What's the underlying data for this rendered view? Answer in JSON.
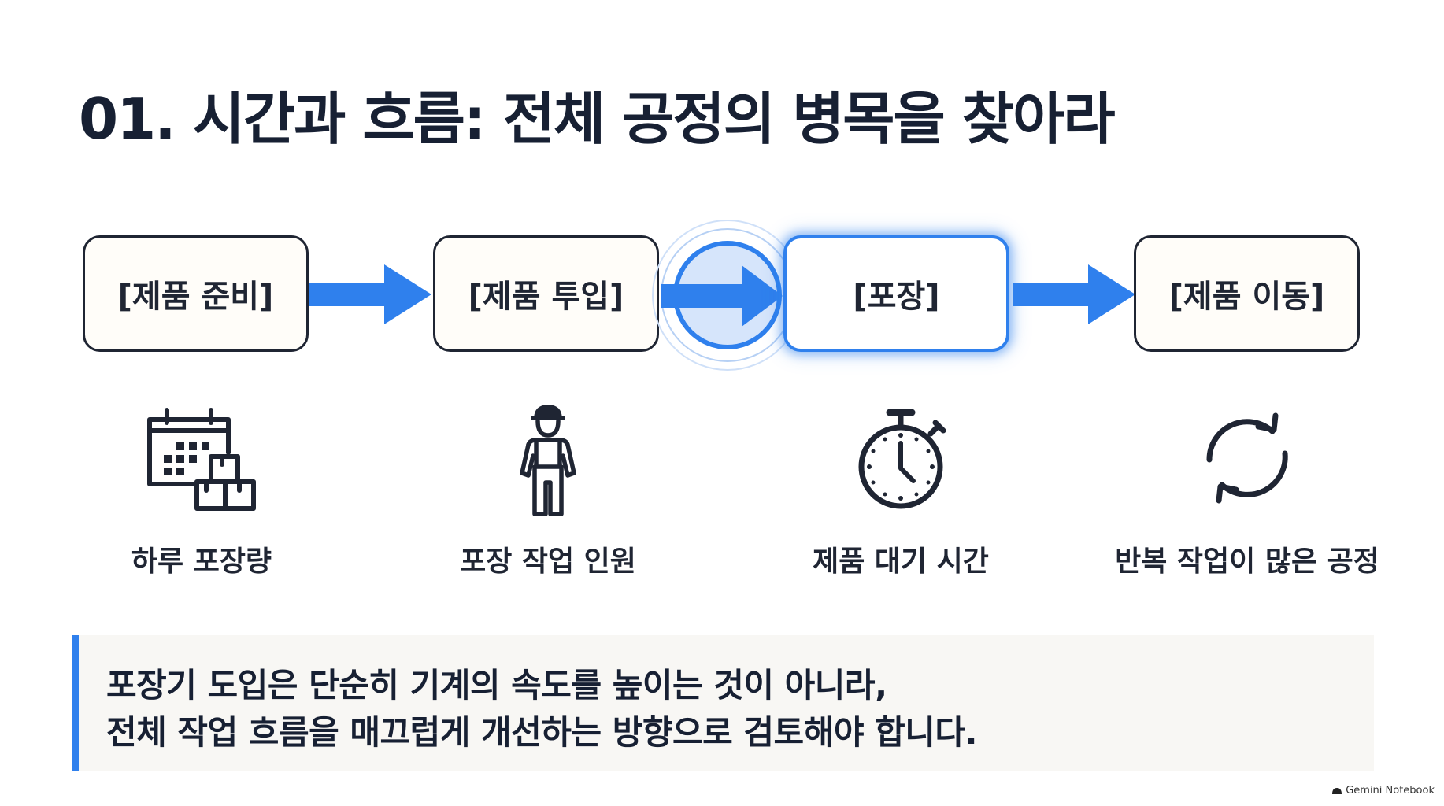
{
  "title": "01. 시간과 흐름: 전체 공정의 병목을 찾아라",
  "process": {
    "steps": [
      {
        "label": "[제품 준비]",
        "highlighted": false
      },
      {
        "label": "[제품 투입]",
        "highlighted": false
      },
      {
        "label": "[포장]",
        "highlighted": true
      },
      {
        "label": "[제품 이동]",
        "highlighted": false
      }
    ]
  },
  "factors": [
    {
      "icon": "calendar-boxes-icon",
      "label": "하루 포장량"
    },
    {
      "icon": "worker-icon",
      "label": "포장 작업 인원"
    },
    {
      "icon": "stopwatch-icon",
      "label": "제품 대기 시간"
    },
    {
      "icon": "refresh-cycle-icon",
      "label": "반복 작업이 많은 공정"
    }
  ],
  "note": {
    "line1": "포장기 도입은 단순히 기계의 속도를 높이는 것이 아니라,",
    "line2": "전체 작업 흐름을 매끄럽게 개선하는 방향으로 검토해야 합니다."
  },
  "watermark": "Gemini Notebook",
  "colors": {
    "accent": "#2f80ed",
    "text": "#172033",
    "box_fill": "#fffdf9",
    "note_bg": "#f8f7f4"
  }
}
